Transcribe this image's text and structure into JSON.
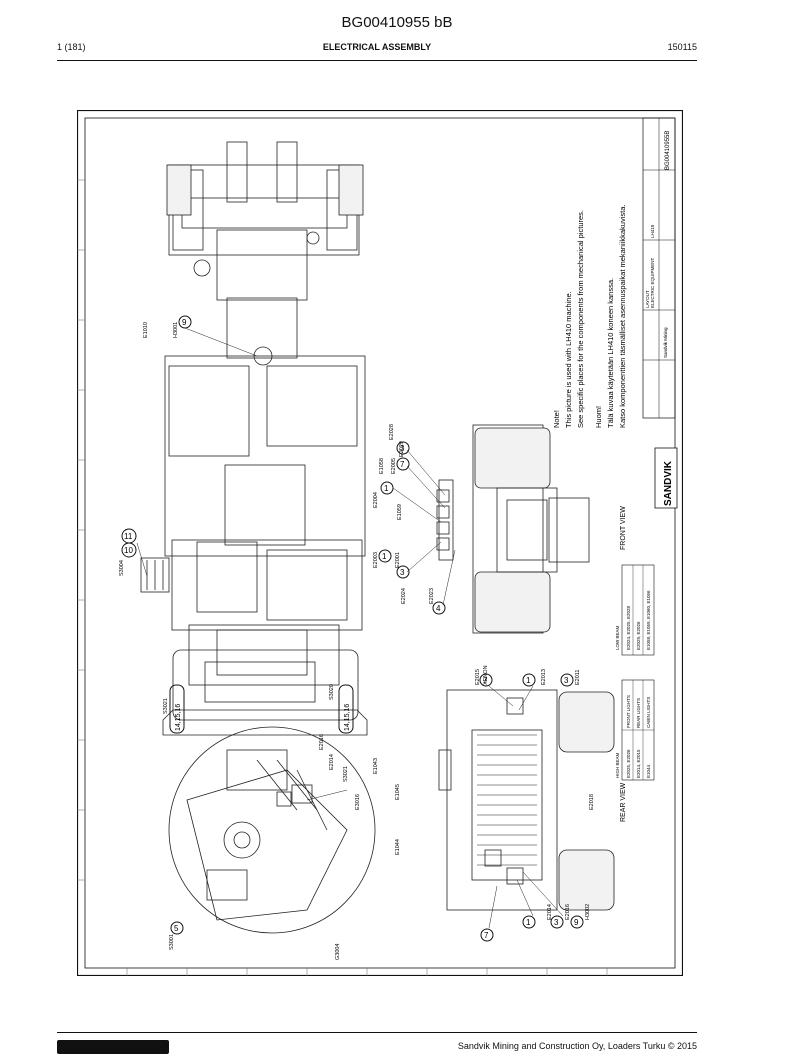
{
  "header": {
    "doc_number": "BG00410955 bB",
    "page_count": "1 (181)",
    "section_title": "ELECTRICAL ASSEMBLY",
    "date_code": "150115"
  },
  "drawing": {
    "note_lines": [
      "Note!",
      "This picture is used with LH410 machine.",
      "See specific places for the components from mechanical pictures.",
      "Huom!",
      "Tälä kuvaa käytetään LH410 koneen kanssa.",
      "Katso komponenttien täsmälliset asennuspaikat mekaniikkakuvista."
    ],
    "views": {
      "front": "FRONT VIEW",
      "rear": "REAR VIEW"
    },
    "brand": "SANDVIK",
    "title_block_number": "BG00410955B",
    "title_block_lines": [
      "LH410",
      "ELECTRIC EQUIPMENT",
      "LAYOUT",
      "Sandvik Mining"
    ],
    "front_legend": {
      "header": "LOW BEAM",
      "rows": [
        "E2024, E2025, E2028",
        "E2029, E2026",
        "E1058, E1059, E1060, E1056"
      ]
    },
    "rear_legend": {
      "header": "HIGH BEAM",
      "rows": [
        [
          "FRONT LIGHTS",
          "E2025, E2026"
        ],
        [
          "REAR LIGHTS",
          "E2014, E2015"
        ],
        [
          "CABIN LIGHTS",
          "E1044"
        ]
      ]
    },
    "refs": {
      "e1010": "E1010",
      "h3001": "H3001",
      "s3004": "S3004",
      "s3021": "S3021",
      "s3020": "S3020",
      "e2016": "E2016",
      "e2014": "E2014",
      "s3021b": "S3021",
      "e3016": "E3016",
      "s3001": "S3001",
      "g3004": "G3004",
      "e1045": "E1045",
      "e1043": "E1043",
      "e1044": "E1044",
      "e2015": "E2015",
      "xenon": "XENON",
      "e2013": "E2013",
      "e2011": "E2011",
      "e2028": "E2028",
      "e2029": "E2029",
      "e2014b": "E2014",
      "e2016b": "E2016",
      "h3002": "H3002",
      "e2018": "E2018",
      "e2004": "E2004",
      "e1059": "E1059",
      "e1058": "E1058",
      "e2005": "E2005",
      "e2030": "E2030",
      "e2026": "E2026",
      "e1056": "E1056",
      "e2003": "E2003",
      "e2001": "E2001",
      "e2024": "E2024",
      "e2025": "E2025",
      "e2023": "E2023",
      "e2022": "E2022"
    },
    "callouts": {
      "c9": "9",
      "c10": "10",
      "c11": "11",
      "c14a": "14,15,16",
      "c14b": "14,15,16",
      "c5": "5",
      "c7a": "7",
      "c1a": "1",
      "c3a": "3",
      "c9b": "9",
      "c7b": "7",
      "c1b": "1",
      "c3b": "3",
      "c1c": "1",
      "c3c": "3",
      "c7c": "7",
      "c3d": "3",
      "c4": "4",
      "c1d": "1"
    }
  },
  "footer": {
    "company_text": "Sandvik Mining and Construction Oy, Loaders Turku © 2015"
  }
}
